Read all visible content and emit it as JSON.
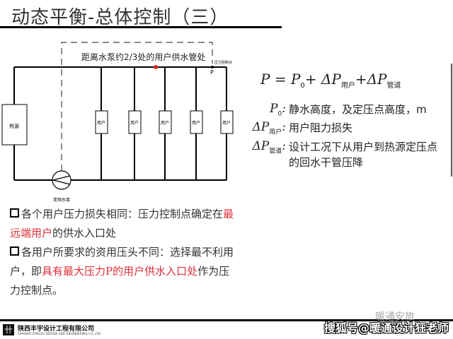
{
  "slide": {
    "title": "动态平衡-总体控制（三）"
  },
  "diagram": {
    "annotation": "距离水泵约2/3处的用户供水管处",
    "pressure_control_label": "压力控制点",
    "p_label": "P",
    "heat_source_label": "热源",
    "pump_label": "变频水泵",
    "user_label": "用户",
    "user_count": 5,
    "marker_color": "#e02020"
  },
  "formula": {
    "lhs": "P",
    "eq": " = ",
    "p0": "P",
    "p0_sub": "0",
    "plus1": "+ ",
    "dp_user": "ΔP",
    "dp_user_sub": "用户",
    "plus2": "+",
    "dp_pipe": "ΔP",
    "dp_pipe_sub": "管道"
  },
  "definitions": [
    {
      "symbol": "P",
      "sub": "0",
      "colon": ":",
      "text": "静水高度，及定压点高度，m"
    },
    {
      "symbol": "ΔP",
      "sub": "用户",
      "colon": ":",
      "text": "用户阻力损失"
    },
    {
      "symbol": "ΔP",
      "sub": "管道",
      "colon": ":",
      "text": "设计工况下从用户到热源定压点的回水干管压降"
    }
  ],
  "bullets": [
    {
      "p1": "各个用户压力损失相同：压力控制点确定在",
      "r1": "最远端用户",
      "p2": "的供水入口处"
    },
    {
      "p1": "各用户所要求的资用压头不同：选择最不利用户，即",
      "r1": "具有最大压力P的用户供水入口处",
      "p2": "作为压力控制点。"
    }
  ],
  "footer": {
    "logo_glyph": "卄",
    "company_cn": "陕西丰宇设计工程有限公司",
    "company_en": "SHAANXI FENGYU DESIGN AND ENGINEERING CO.,LTD",
    "watermark_faint": "暖通安旅",
    "watermark": "搜狐号@暖通设计狂老师"
  }
}
